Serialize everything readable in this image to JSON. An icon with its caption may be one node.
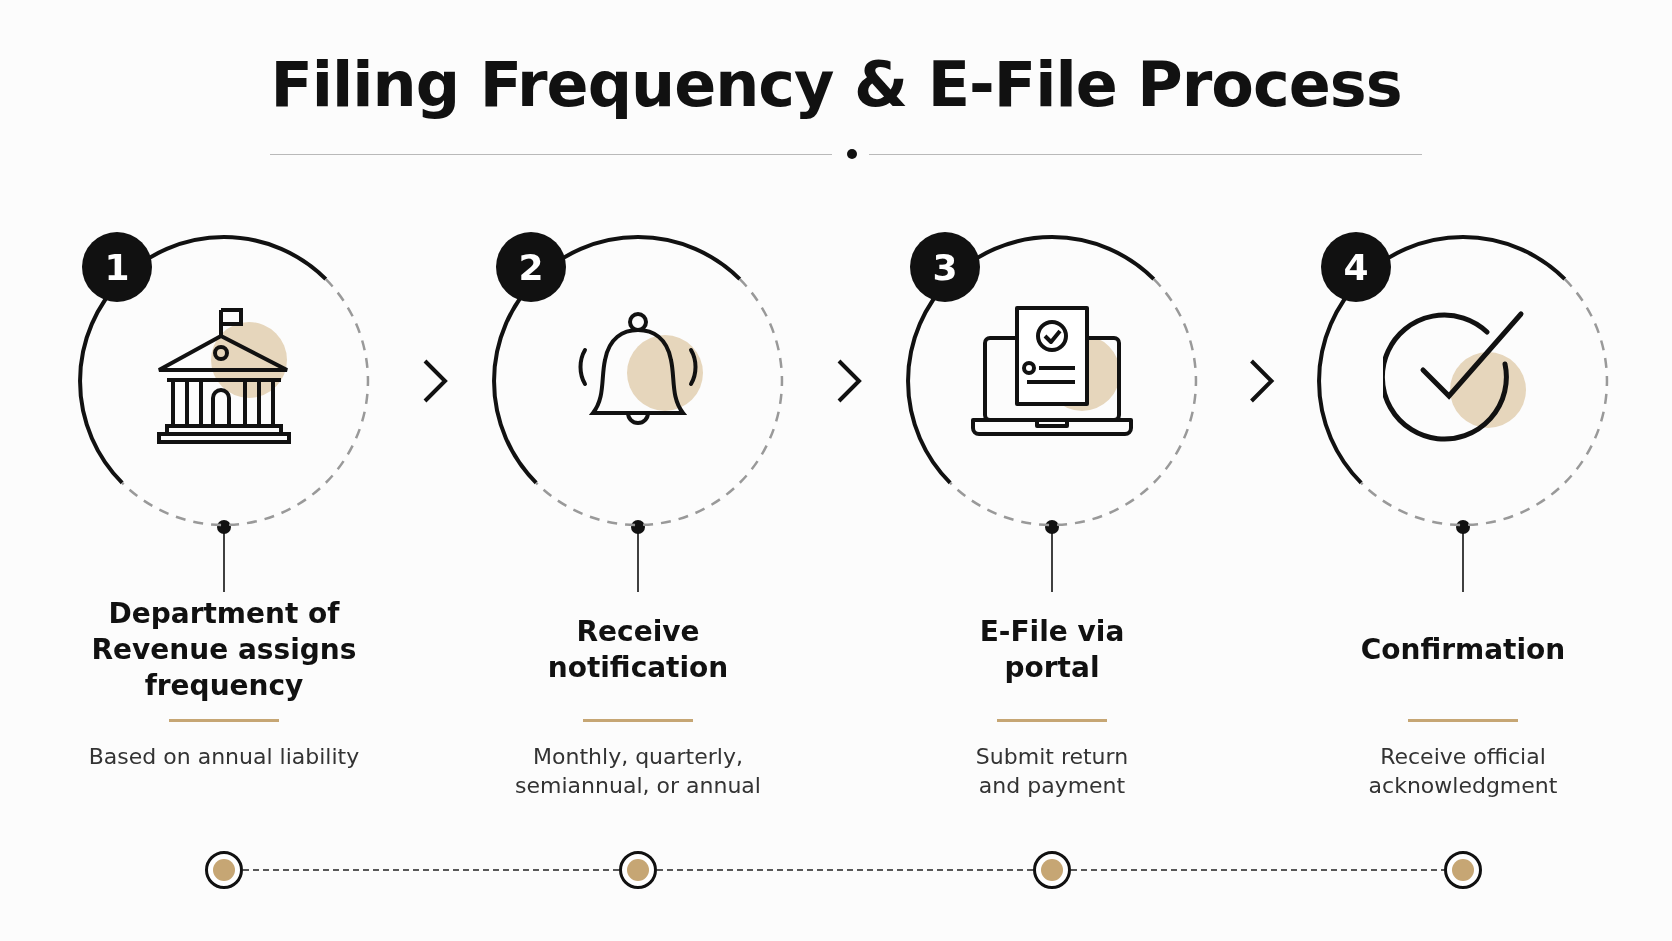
{
  "diagram": {
    "title": "Filing Frequency & E-File Process",
    "nodes": [
      {
        "text": [
          "1"
        ]
      },
      {
        "text": [
          "2"
        ]
      },
      {
        "text": [
          "3"
        ]
      },
      {
        "text": [
          "4"
        ]
      },
      {
        "text": [
          "Department of Revenue assigns frequency",
          "Based on annual liability"
        ]
      },
      {
        "text": [
          "Receive notification",
          "Monthly, quarterly, semiannual, or annual"
        ]
      },
      {
        "text": [
          "E-File via portal",
          "Submit return and payment"
        ]
      },
      {
        "text": [
          "Confirmation",
          "Receive official acknowledgment"
        ]
      },
      {
        "text": [],
        "shape": "circle"
      },
      {
        "text": [],
        "shape": "circle"
      },
      {
        "text": [],
        "shape": "circle"
      },
      {
        "text": [],
        "shape": "circle"
      }
    ],
    "edges": [
      {
        "from": 0,
        "to": 1,
        "arrow": "to"
      },
      {
        "from": 1,
        "to": 2,
        "arrow": "to"
      },
      {
        "from": 2,
        "to": 3,
        "arrow": "to"
      },
      {
        "from": 0,
        "to": 4,
        "arrow": "other"
      },
      {
        "from": 1,
        "to": 5,
        "arrow": "other"
      },
      {
        "from": 2,
        "to": 6,
        "arrow": "other"
      },
      {
        "from": 3,
        "to": 7,
        "arrow": "other"
      },
      {
        "from": 8,
        "to": 9,
        "arrow": "none",
        "style": "dashed"
      },
      {
        "from": 9,
        "to": 10,
        "arrow": "none",
        "style": "dashed"
      },
      {
        "from": 10,
        "to": 11,
        "arrow": "none",
        "style": "dashed"
      }
    ]
  }
}
